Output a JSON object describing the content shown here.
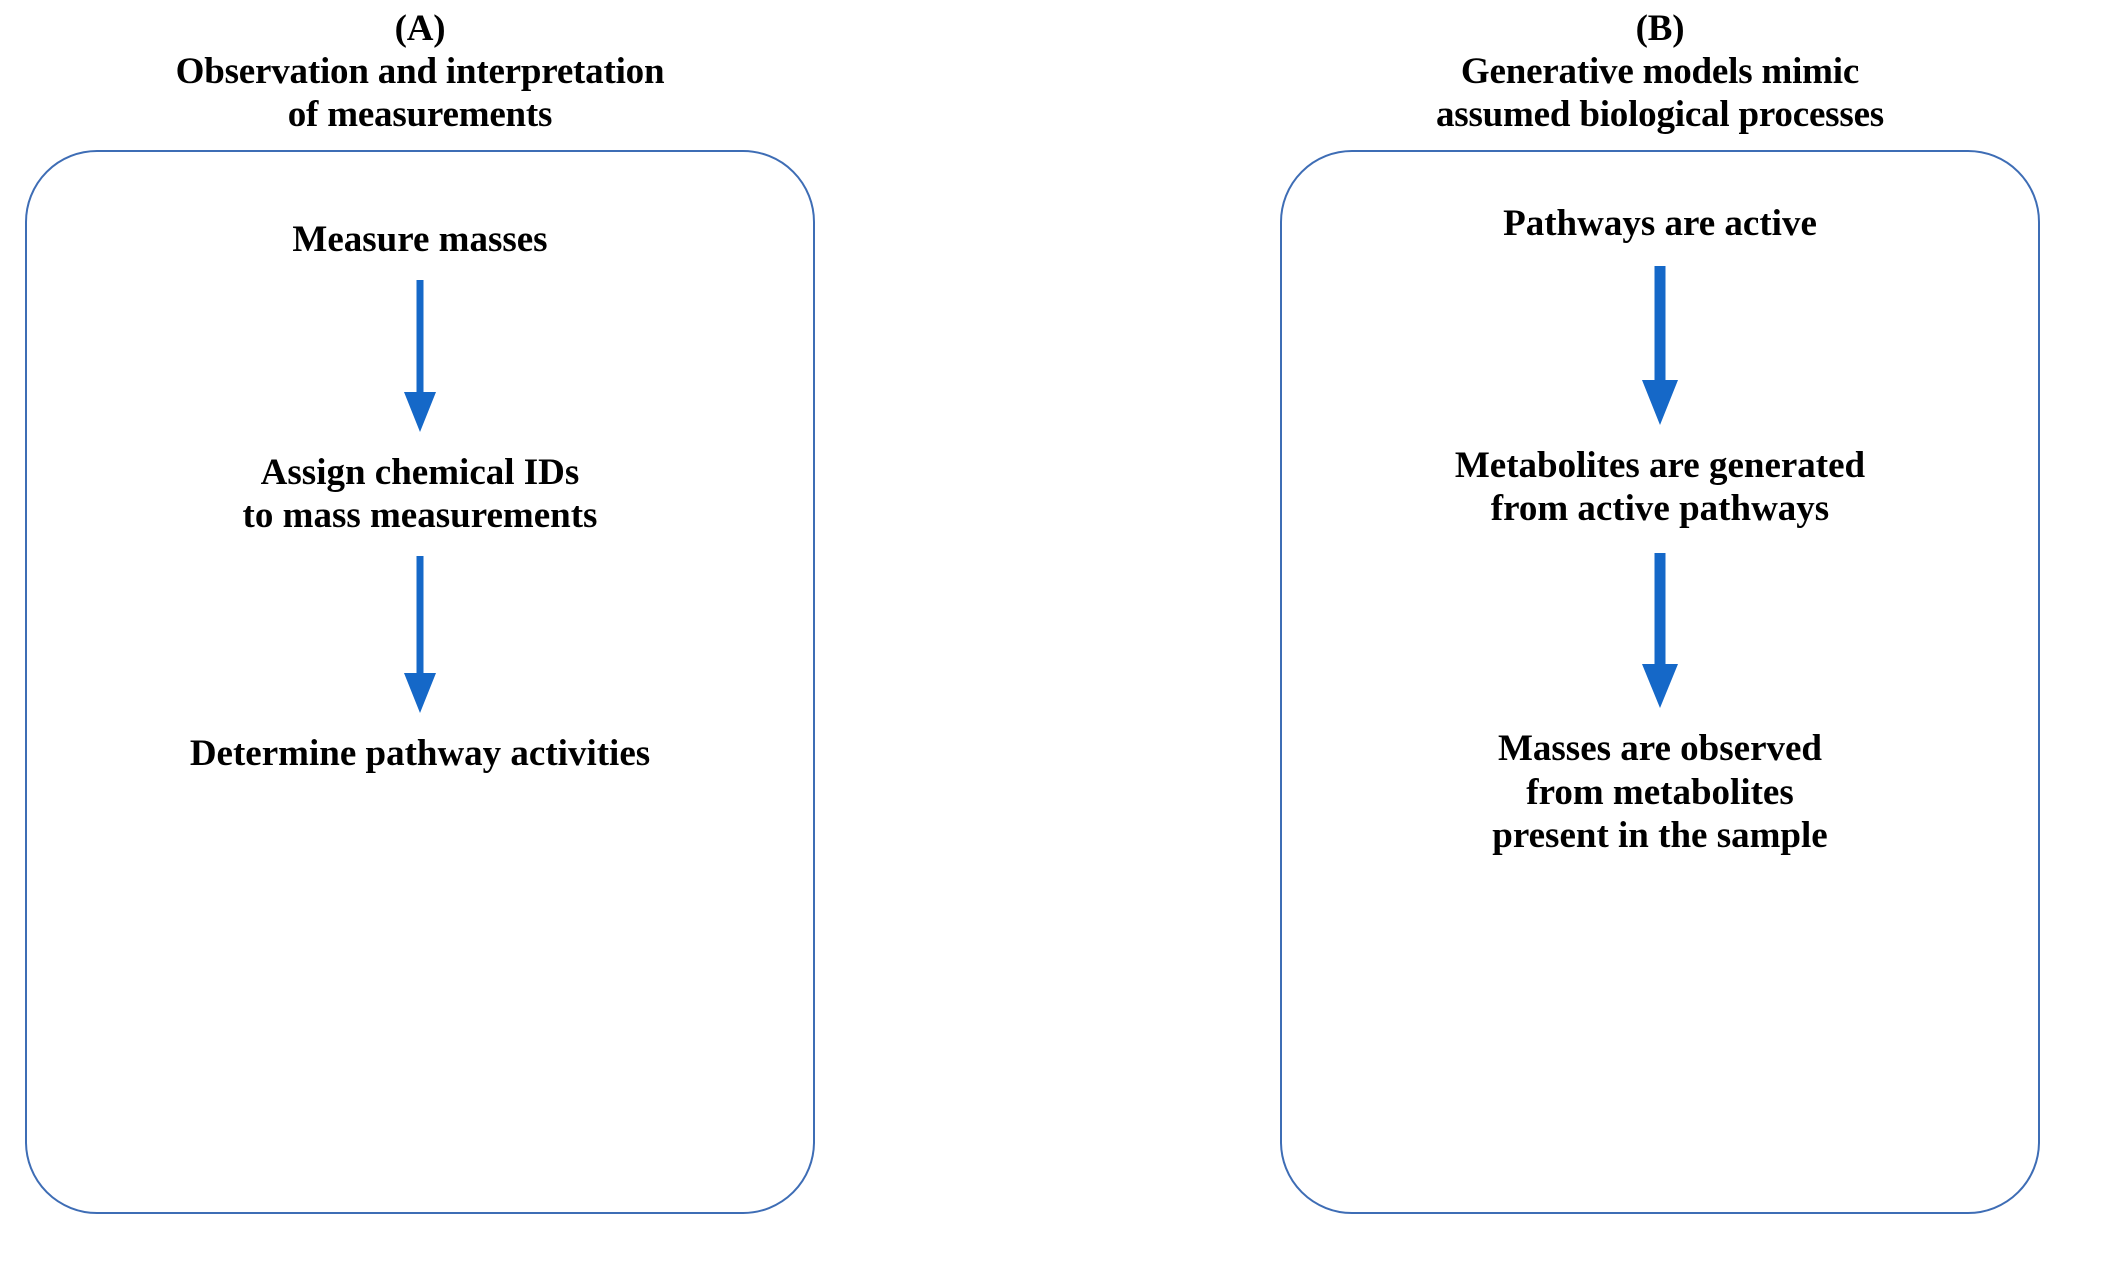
{
  "figure": {
    "background_color": "#ffffff",
    "box_border_color": "#3E6DB5",
    "arrow_color": "#1568C8",
    "text_color": "#000000"
  },
  "panels": [
    {
      "letter": "(A)",
      "title_line_1": "Observation and interpretation",
      "title_line_2": "of measurements",
      "steps": [
        {
          "text": "Measure masses"
        },
        {
          "text": "Assign chemical IDs\nto mass measurements"
        },
        {
          "text": "Determine pathway activities"
        }
      ],
      "arrows": [
        {
          "name": "arrow-measure-to-assign"
        },
        {
          "name": "arrow-assign-to-determine"
        }
      ]
    },
    {
      "letter": "(B)",
      "title_line_1": "Generative models mimic",
      "title_line_2": "assumed biological processes",
      "steps": [
        {
          "text": "Pathways are active"
        },
        {
          "text": "Metabolites are generated\nfrom active pathways"
        },
        {
          "text": "Masses are observed\nfrom metabolites\npresent in the sample"
        }
      ],
      "arrows": [
        {
          "name": "arrow-pathways-to-metabolites"
        },
        {
          "name": "arrow-metabolites-to-masses"
        }
      ]
    }
  ]
}
